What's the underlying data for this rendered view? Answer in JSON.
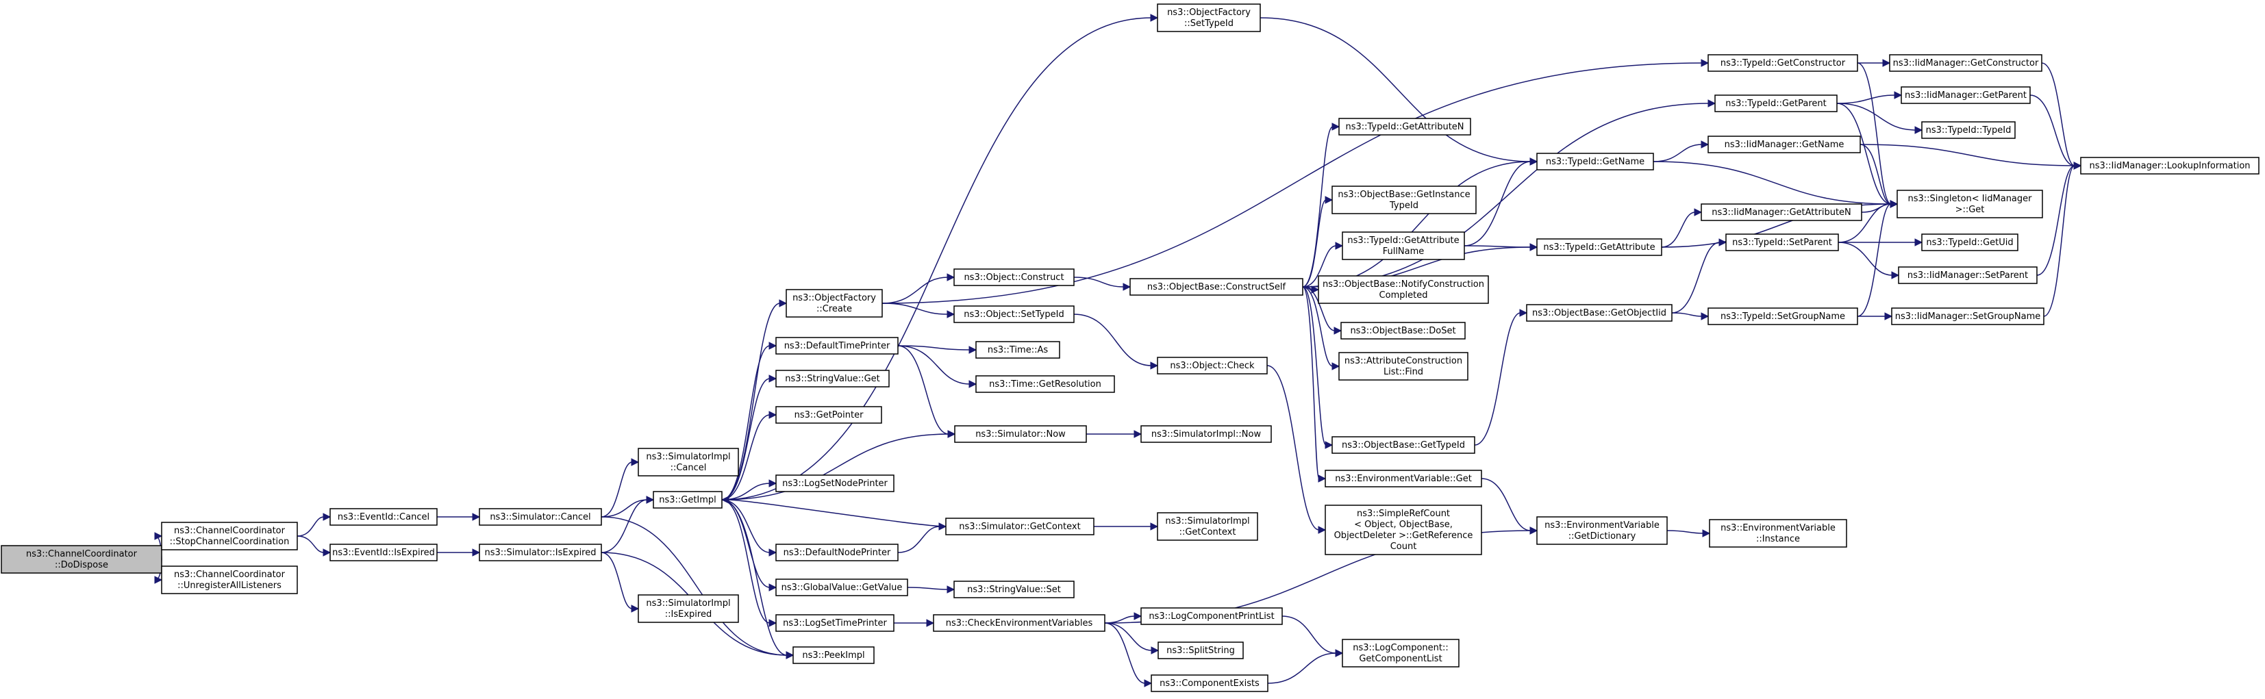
{
  "graph": {
    "nodes": [
      {
        "id": "n1",
        "lines": [
          "ns3::ChannelCoordinator",
          "::DoDispose"
        ],
        "highlight": true
      },
      {
        "id": "n2",
        "lines": [
          "ns3::ChannelCoordinator",
          "::StopChannelCoordination"
        ]
      },
      {
        "id": "n3",
        "lines": [
          "ns3::ChannelCoordinator",
          "::UnregisterAllListeners"
        ]
      },
      {
        "id": "n4",
        "lines": [
          "ns3::EventId::Cancel"
        ]
      },
      {
        "id": "n5",
        "lines": [
          "ns3::EventId::IsExpired"
        ]
      },
      {
        "id": "n6",
        "lines": [
          "ns3::Simulator::Cancel"
        ]
      },
      {
        "id": "n7",
        "lines": [
          "ns3::Simulator::IsExpired"
        ]
      },
      {
        "id": "n8",
        "lines": [
          "ns3::SimulatorImpl",
          "::Cancel"
        ]
      },
      {
        "id": "n9",
        "lines": [
          "ns3::GetImpl"
        ]
      },
      {
        "id": "n10",
        "lines": [
          "ns3::SimulatorImpl",
          "::IsExpired"
        ]
      },
      {
        "id": "n11",
        "lines": [
          "ns3::PeekImpl"
        ]
      },
      {
        "id": "n12",
        "lines": [
          "ns3::ObjectFactory",
          "::SetTypeId"
        ]
      },
      {
        "id": "n13",
        "lines": [
          "ns3::ObjectFactory",
          "::Create"
        ]
      },
      {
        "id": "n14",
        "lines": [
          "ns3::DefaultTimePrinter"
        ]
      },
      {
        "id": "n15",
        "lines": [
          "ns3::StringValue::Get"
        ]
      },
      {
        "id": "n16",
        "lines": [
          "ns3::GetPointer"
        ]
      },
      {
        "id": "n17",
        "lines": [
          "ns3::LogSetNodePrinter"
        ]
      },
      {
        "id": "n18",
        "lines": [
          "ns3::DefaultNodePrinter"
        ]
      },
      {
        "id": "n19",
        "lines": [
          "ns3::GlobalValue::GetValue"
        ]
      },
      {
        "id": "n20",
        "lines": [
          "ns3::LogSetTimePrinter"
        ]
      },
      {
        "id": "n21",
        "lines": [
          "ns3::Object::Construct"
        ]
      },
      {
        "id": "n22",
        "lines": [
          "ns3::Object::SetTypeId"
        ]
      },
      {
        "id": "n23",
        "lines": [
          "ns3::Time::As"
        ]
      },
      {
        "id": "n24",
        "lines": [
          "ns3::Time::GetResolution"
        ]
      },
      {
        "id": "n25",
        "lines": [
          "ns3::Simulator::Now"
        ]
      },
      {
        "id": "n26",
        "lines": [
          "ns3::Simulator::GetContext"
        ]
      },
      {
        "id": "n27",
        "lines": [
          "ns3::StringValue::Set"
        ]
      },
      {
        "id": "n28",
        "lines": [
          "ns3::CheckEnvironmentVariables"
        ]
      },
      {
        "id": "n29",
        "lines": [
          "ns3::ObjectBase::ConstructSelf"
        ]
      },
      {
        "id": "n30",
        "lines": [
          "ns3::Object::Check"
        ]
      },
      {
        "id": "n31",
        "lines": [
          "ns3::SimulatorImpl::Now"
        ]
      },
      {
        "id": "n32",
        "lines": [
          "ns3::SimulatorImpl",
          "::GetContext"
        ]
      },
      {
        "id": "n33",
        "lines": [
          "ns3::LogComponentPrintList"
        ]
      },
      {
        "id": "n34",
        "lines": [
          "ns3::SplitString"
        ]
      },
      {
        "id": "n35",
        "lines": [
          "ns3::ComponentExists"
        ]
      },
      {
        "id": "n36",
        "lines": [
          "ns3::TypeId::GetAttributeN"
        ]
      },
      {
        "id": "n37",
        "lines": [
          "ns3::ObjectBase::GetInstance",
          "TypeId"
        ]
      },
      {
        "id": "n38",
        "lines": [
          "ns3::TypeId::GetAttribute",
          "FullName"
        ]
      },
      {
        "id": "n39",
        "lines": [
          "ns3::ObjectBase::NotifyConstruction",
          "Completed"
        ]
      },
      {
        "id": "n40",
        "lines": [
          "ns3::ObjectBase::DoSet"
        ]
      },
      {
        "id": "n41",
        "lines": [
          "ns3::AttributeConstruction",
          "List::Find"
        ]
      },
      {
        "id": "n42",
        "lines": [
          "ns3::ObjectBase::GetTypeId"
        ]
      },
      {
        "id": "n43",
        "lines": [
          "ns3::EnvironmentVariable::Get"
        ]
      },
      {
        "id": "n44",
        "lines": [
          "ns3::SimpleRefCount",
          "< Object, ObjectBase,",
          "ObjectDeleter >::GetReference",
          "Count"
        ]
      },
      {
        "id": "n45",
        "lines": [
          "ns3::LogComponent::",
          "GetComponentList"
        ]
      },
      {
        "id": "n46",
        "lines": [
          "ns3::TypeId::GetName"
        ]
      },
      {
        "id": "n47",
        "lines": [
          "ns3::TypeId::GetAttribute"
        ]
      },
      {
        "id": "n48",
        "lines": [
          "ns3::ObjectBase::GetObjectIid"
        ]
      },
      {
        "id": "n49",
        "lines": [
          "ns3::EnvironmentVariable",
          "::GetDictionary"
        ]
      },
      {
        "id": "n50",
        "lines": [
          "ns3::TypeId::GetConstructor"
        ]
      },
      {
        "id": "n51",
        "lines": [
          "ns3::TypeId::GetParent"
        ]
      },
      {
        "id": "n52",
        "lines": [
          "ns3::IidManager::GetName"
        ]
      },
      {
        "id": "n53",
        "lines": [
          "ns3::IidManager::GetAttributeN"
        ]
      },
      {
        "id": "n54",
        "lines": [
          "ns3::TypeId::SetParent"
        ]
      },
      {
        "id": "n55",
        "lines": [
          "ns3::TypeId::SetGroupName"
        ]
      },
      {
        "id": "n56",
        "lines": [
          "ns3::EnvironmentVariable",
          "::Instance"
        ]
      },
      {
        "id": "n57",
        "lines": [
          "ns3::IidManager::GetConstructor"
        ]
      },
      {
        "id": "n58",
        "lines": [
          "ns3::IidManager::GetParent"
        ]
      },
      {
        "id": "n59",
        "lines": [
          "ns3::TypeId::TypeId"
        ]
      },
      {
        "id": "n60",
        "lines": [
          "ns3::Singleton< IidManager",
          " >::Get"
        ]
      },
      {
        "id": "n61",
        "lines": [
          "ns3::TypeId::GetUid"
        ]
      },
      {
        "id": "n62",
        "lines": [
          "ns3::IidManager::SetParent"
        ]
      },
      {
        "id": "n63",
        "lines": [
          "ns3::IidManager::SetGroupName"
        ]
      },
      {
        "id": "n64",
        "lines": [
          "ns3::IidManager::LookupInformation"
        ]
      }
    ],
    "edges": [
      [
        "n1",
        "n2"
      ],
      [
        "n1",
        "n3"
      ],
      [
        "n2",
        "n4"
      ],
      [
        "n2",
        "n5"
      ],
      [
        "n4",
        "n6"
      ],
      [
        "n5",
        "n7"
      ],
      [
        "n6",
        "n8"
      ],
      [
        "n6",
        "n9"
      ],
      [
        "n6",
        "n11"
      ],
      [
        "n7",
        "n9"
      ],
      [
        "n7",
        "n10"
      ],
      [
        "n7",
        "n11"
      ],
      [
        "n9",
        "n12"
      ],
      [
        "n9",
        "n13"
      ],
      [
        "n9",
        "n14"
      ],
      [
        "n9",
        "n15"
      ],
      [
        "n9",
        "n16"
      ],
      [
        "n9",
        "n17"
      ],
      [
        "n9",
        "n18"
      ],
      [
        "n9",
        "n19"
      ],
      [
        "n9",
        "n20"
      ],
      [
        "n9",
        "n11"
      ],
      [
        "n9",
        "n25"
      ],
      [
        "n13",
        "n21"
      ],
      [
        "n13",
        "n22"
      ],
      [
        "n13",
        "n50"
      ],
      [
        "n14",
        "n23"
      ],
      [
        "n14",
        "n24"
      ],
      [
        "n14",
        "n25"
      ],
      [
        "n18",
        "n26"
      ],
      [
        "n26",
        "n9"
      ],
      [
        "n26",
        "n32"
      ],
      [
        "n19",
        "n27"
      ],
      [
        "n20",
        "n28"
      ],
      [
        "n21",
        "n29"
      ],
      [
        "n22",
        "n30"
      ],
      [
        "n25",
        "n31"
      ],
      [
        "n28",
        "n33"
      ],
      [
        "n28",
        "n34"
      ],
      [
        "n28",
        "n35"
      ],
      [
        "n28",
        "n49"
      ],
      [
        "n30",
        "n44"
      ],
      [
        "n29",
        "n36"
      ],
      [
        "n29",
        "n37"
      ],
      [
        "n29",
        "n38"
      ],
      [
        "n29",
        "n39"
      ],
      [
        "n29",
        "n40"
      ],
      [
        "n29",
        "n41"
      ],
      [
        "n29",
        "n42"
      ],
      [
        "n29",
        "n43"
      ],
      [
        "n29",
        "n46"
      ],
      [
        "n29",
        "n47"
      ],
      [
        "n29",
        "n51"
      ],
      [
        "n12",
        "n46"
      ],
      [
        "n33",
        "n45"
      ],
      [
        "n35",
        "n45"
      ],
      [
        "n38",
        "n46"
      ],
      [
        "n38",
        "n47"
      ],
      [
        "n42",
        "n48"
      ],
      [
        "n43",
        "n49"
      ],
      [
        "n49",
        "n56"
      ],
      [
        "n47",
        "n53"
      ],
      [
        "n47",
        "n60"
      ],
      [
        "n48",
        "n54"
      ],
      [
        "n48",
        "n55"
      ],
      [
        "n46",
        "n52"
      ],
      [
        "n46",
        "n60"
      ],
      [
        "n50",
        "n57"
      ],
      [
        "n50",
        "n60"
      ],
      [
        "n51",
        "n58"
      ],
      [
        "n51",
        "n59"
      ],
      [
        "n51",
        "n60"
      ],
      [
        "n52",
        "n60"
      ],
      [
        "n52",
        "n64"
      ],
      [
        "n53",
        "n60"
      ],
      [
        "n54",
        "n61"
      ],
      [
        "n54",
        "n62"
      ],
      [
        "n54",
        "n60"
      ],
      [
        "n55",
        "n63"
      ],
      [
        "n55",
        "n60"
      ],
      [
        "n57",
        "n64"
      ],
      [
        "n58",
        "n64"
      ],
      [
        "n62",
        "n64"
      ],
      [
        "n63",
        "n64"
      ]
    ]
  }
}
